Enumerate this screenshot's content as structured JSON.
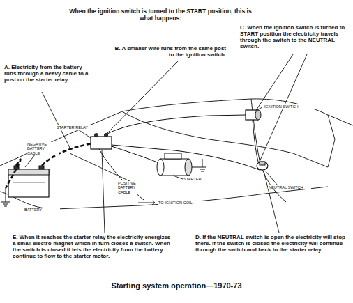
{
  "diagram": {
    "title": "When the ignition switch is turned to the START position, this is what happens:",
    "caption": "Starting system operation—1970-73",
    "labels": [
      "A. Electricity from the battery runs through a heavy cable to a post on the starter relay.",
      "B. A smaller wire runs from the same post to the ignition switch.",
      "C. When the ignition switch is turned to START position the electricity travels through the switch to the NEUTRAL switch.",
      "D. If the NEUTRAL switch is open the electricity will stop there. If the switch is closed the electricity will continue through the switch and back to the starter relay.",
      "E. When it reaches the starter relay the electricity energizes a small electro-magnet which in turn closes a switch. When the switch is closed it lets the electricity from the battery continue to flow to the starter motor.",
      "IGNITION SWITCH",
      "STARTER RELAY",
      "NEGATIVE BATTERY CABLE",
      "STARTER",
      "POSITIVE BATTERY CABLE",
      "TO IGNITION COIL",
      "NEUTRAL SWITCH",
      "BATTERY"
    ]
  }
}
